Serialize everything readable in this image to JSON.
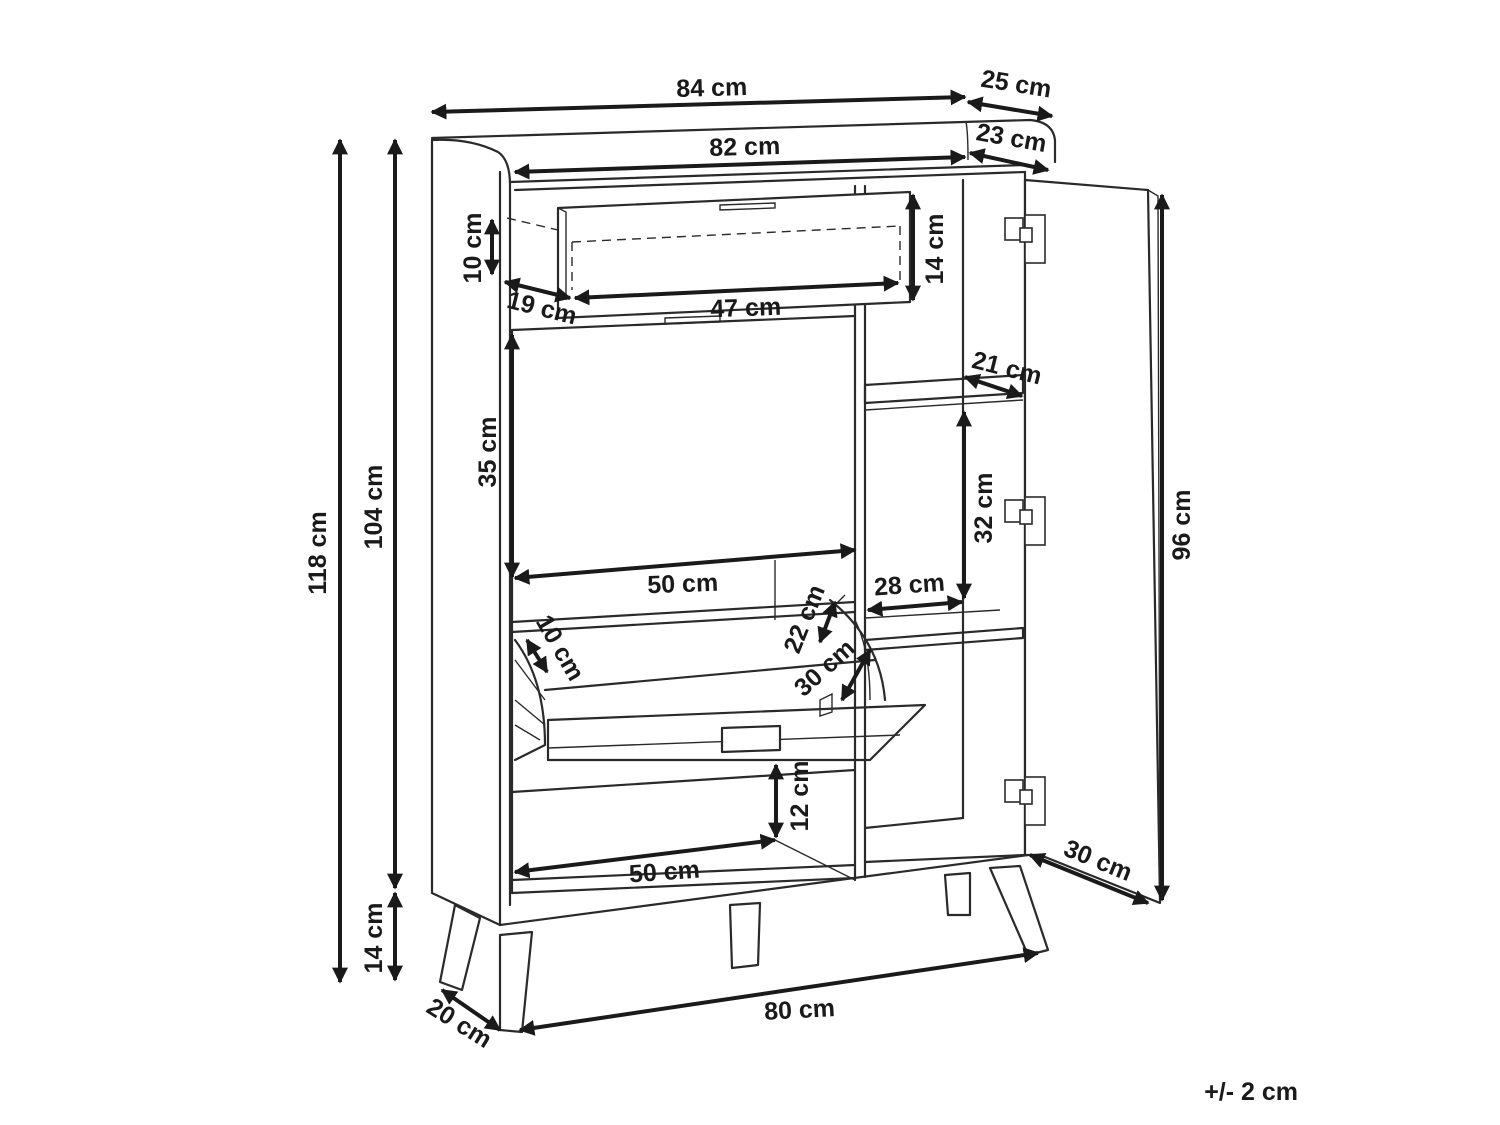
{
  "dimensions": {
    "width_outer": "84 cm",
    "depth_outer": "25 cm",
    "width_inner": "82 cm",
    "depth_inner": "23 cm",
    "drawer_height_front": "10 cm",
    "drawer_height": "14 cm",
    "drawer_depth": "19 cm",
    "drawer_width": "47 cm",
    "shelf_depth_right": "21 cm",
    "compartment_height_left": "35 cm",
    "compartment_height_right": "32 cm",
    "compartment_width_left": "50 cm",
    "compartment_width_right": "28 cm",
    "flap_depth_a": "10 cm",
    "flap_depth_b": "22 cm",
    "flap_depth_c": "30 cm",
    "flap_height": "12 cm",
    "bottom_width": "50 cm",
    "total_height": "118 cm",
    "body_height": "104 cm",
    "leg_height": "14 cm",
    "door_height": "96 cm",
    "door_depth": "30 cm",
    "leg_depth": "20 cm",
    "leg_span": "80 cm"
  },
  "tolerance": "+/- 2 cm"
}
